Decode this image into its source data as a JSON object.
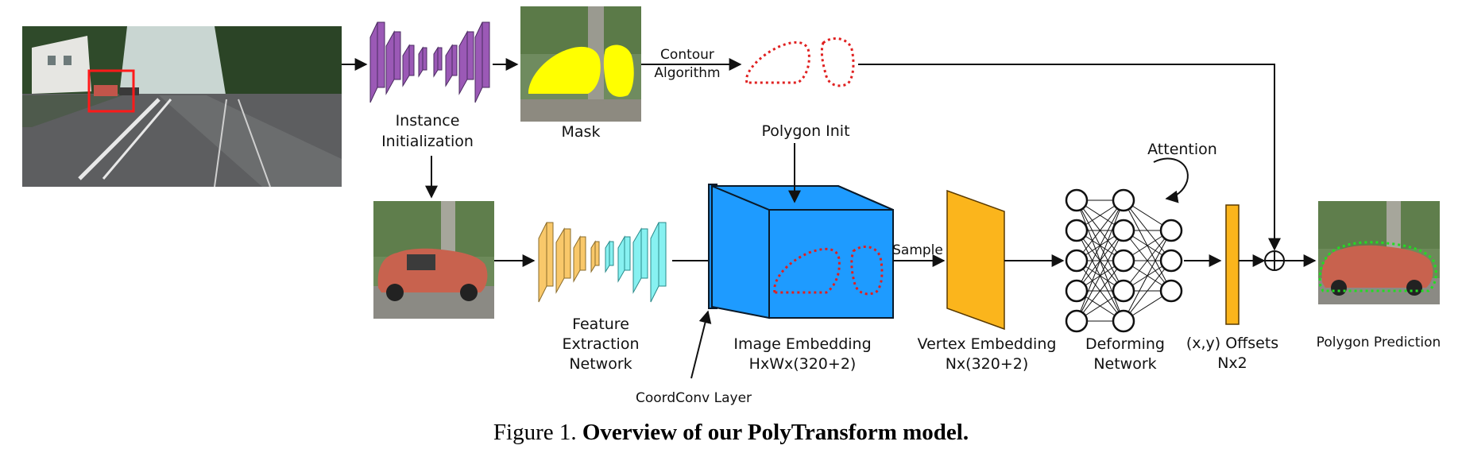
{
  "labels": {
    "instance_init_1": "Instance",
    "instance_init_2": "Initialization",
    "mask": "Mask",
    "contour_1": "Contour",
    "contour_2": "Algorithm",
    "polygon_init": "Polygon Init",
    "attention": "Attention",
    "sample": "Sample",
    "feature_1": "Feature",
    "feature_2": "Extraction",
    "feature_3": "Network",
    "image_embedding_1": "Image Embedding",
    "image_embedding_2": "HxWx(320+2)",
    "vertex_embedding_1": "Vertex Embedding",
    "vertex_embedding_2": "Nx(320+2)",
    "deforming_1": "Deforming",
    "deforming_2": "Network",
    "offsets_1": "(x,y) Offsets",
    "offsets_2": "Nx2",
    "polygon_prediction": "Polygon Prediction",
    "coordconv": "CoordConv Layer",
    "sum_symbol": "+"
  },
  "caption": {
    "prefix": "Figure 1.",
    "title": "Overview of our PolyTransform model."
  },
  "colors": {
    "instance_net": "#9b59b6",
    "feature_yellow": "#f9c86a",
    "feature_cyan": "#87f1f1",
    "embedding_cube": "#1e9bff",
    "vertex_embedding": "#fbb51c",
    "offset_bar": "#fbb51c",
    "mask_yellow": "#ffff00",
    "contour_red": "#e02020",
    "prediction_green": "#22dd22"
  }
}
